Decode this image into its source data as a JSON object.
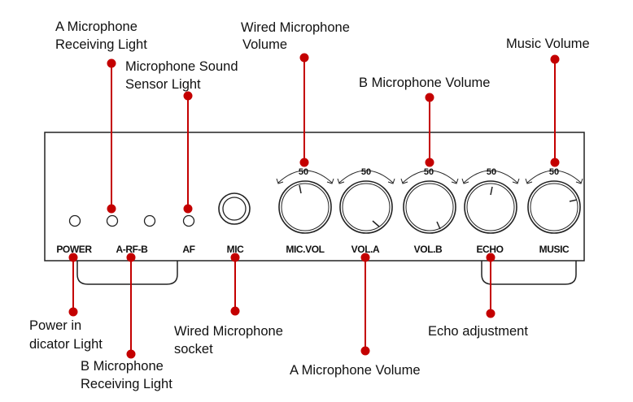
{
  "colors": {
    "leader": "#c40000",
    "outline": "#222222"
  },
  "panel_labels": {
    "power": "POWER",
    "arfb": "A-RF-B",
    "af": "AF",
    "mic": "MIC",
    "micvol": "MIC.VOL",
    "vola": "VOL.A",
    "volb": "VOL.B",
    "echo": "ECHO",
    "music": "MUSIC"
  },
  "dial_values": {
    "micvol": "50",
    "vola": "50",
    "volb": "50",
    "echo": "50",
    "music": "50"
  },
  "callouts": {
    "a_mic_light": [
      "A Microphone",
      "Receiving Light"
    ],
    "mic_sound_sensor": [
      "Microphone Sound",
      "Sensor Light"
    ],
    "wired_mic_volume": [
      "Wired Microphone",
      "Volume"
    ],
    "b_mic_volume": [
      "B Microphone Volume"
    ],
    "music_volume": [
      "Music Volume"
    ],
    "power_light": [
      "Power in",
      "dicator Light"
    ],
    "b_mic_light": [
      "B Microphone",
      "Receiving Light"
    ],
    "wired_mic_socket": [
      "Wired Microphone",
      "socket"
    ],
    "a_mic_volume": [
      "A Microphone Volume"
    ],
    "echo_adjustment": [
      "Echo adjustment"
    ]
  }
}
